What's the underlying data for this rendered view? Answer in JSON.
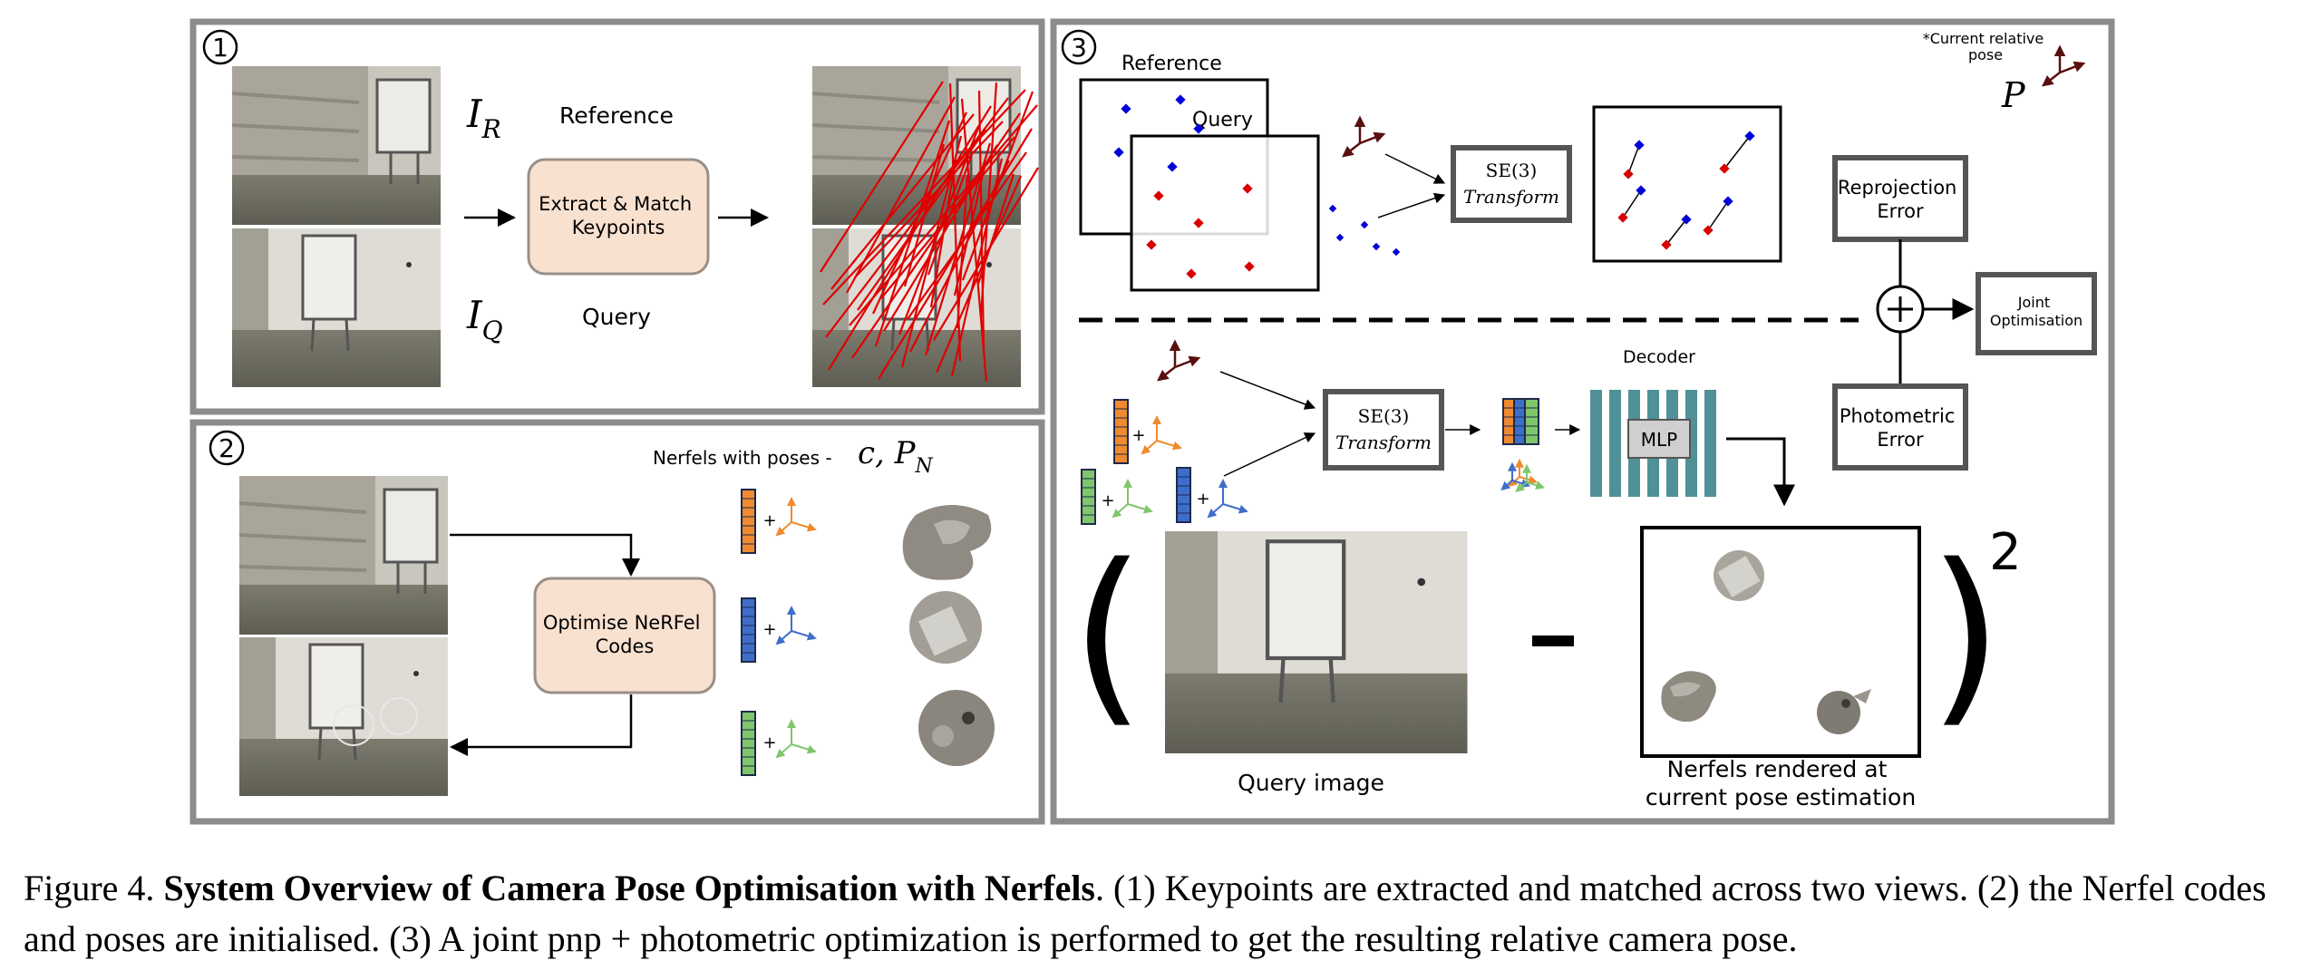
{
  "panels": {
    "p1": {
      "number": "1",
      "label_ir": "I",
      "label_ir_sub": "R",
      "label_iq": "I",
      "label_iq_sub": "Q",
      "reference": "Reference",
      "query": "Query",
      "box": "Extract & Match|Keypoints"
    },
    "p2": {
      "number": "2",
      "header": "Nerfels with poses -",
      "header_math": "c, P",
      "header_math_sub": "N",
      "box": "Optimise NeRFel|Codes"
    },
    "p3": {
      "number": "3",
      "reference": "Reference",
      "query": "Query",
      "current_note": "*Current relative|pose",
      "p_label": "P",
      "se3_symbol": "SE(3)",
      "se3_text": "Transform",
      "reprojection": "Reprojection|Error",
      "photometric": "Photometric|Error",
      "joint": "Joint|Optimisation",
      "decoder": "Decoder",
      "mlp": "MLP",
      "minus": "-",
      "square": "2",
      "query_image": "Query image",
      "rendered": "Nerfels rendered at|current pose estimation"
    }
  },
  "caption": {
    "figure": "Figure 4.",
    "title": "System Overview of Camera Pose Optimisation with Nerfels",
    "body": ". (1) Keypoints are extracted and matched across two views. (2) the Nerfel codes and poses are initialised. (3) A joint pnp + photometric optimization is performed to get the resulting relative camera pose."
  },
  "colors": {
    "panel_border": "#8c8c8c",
    "box_fill": "#f9e1d0",
    "box_border": "#9a8f86",
    "match_red": "#e00000",
    "orange": "#f08a30",
    "blue": "#3f6ec9",
    "green": "#7fc66c",
    "teal": "#4f9196",
    "dark_red": "#5a0f0f"
  }
}
